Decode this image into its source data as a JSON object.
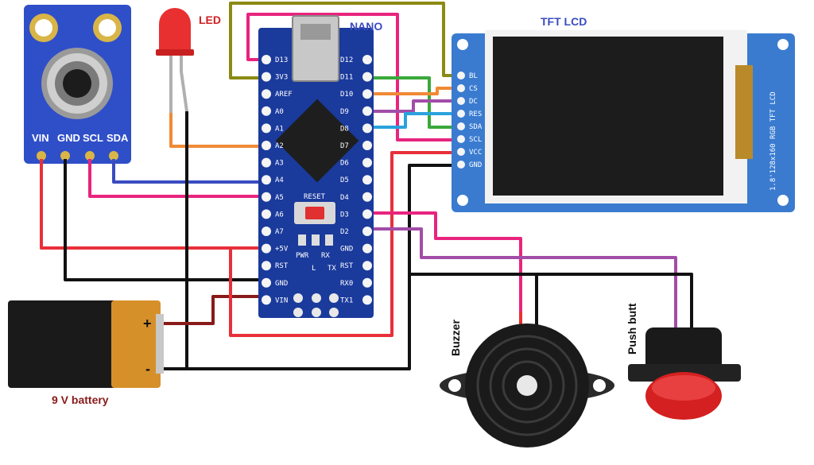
{
  "labels": {
    "led": "LED",
    "nano": "NANO",
    "tft": "TFT LCD",
    "battery": "9 V battery",
    "buzzer": "Buzzer",
    "push_button": "Push butt"
  },
  "sensor": {
    "pins": [
      "VIN",
      "GND",
      "SCL",
      "SDA"
    ]
  },
  "battery": {
    "plus": "+",
    "minus": "-"
  },
  "nano": {
    "reset": "RESET",
    "left_pins": [
      "D13",
      "3V3",
      "AREF",
      "A0",
      "A1",
      "A2",
      "A3",
      "A4",
      "A5",
      "A6",
      "A7",
      "+5V",
      "RST",
      "GND",
      "VIN"
    ],
    "right_pins": [
      "D12",
      "D11",
      "D10",
      "D9",
      "D8",
      "D7",
      "D6",
      "D5",
      "D4",
      "D3",
      "D2",
      "GND",
      "RST",
      "RX0",
      "TX1"
    ],
    "leds": [
      "PWR",
      "L",
      "RX",
      "TX"
    ]
  },
  "tft": {
    "pins": [
      "BL",
      "CS",
      "DC",
      "RES",
      "SDA",
      "SCL",
      "VCC",
      "GND"
    ],
    "side_text": "1.8'128x160 RGB TFT LCD"
  },
  "colors": {
    "red": "#e8303a",
    "black": "#111111",
    "pink": "#e8247e",
    "blue": "#3a4cc0",
    "orange": "#f08a35",
    "olive": "#8c8a14",
    "green": "#3aa83a",
    "purple": "#a24da8",
    "lightblue": "#2aa2dc",
    "darkred": "#8a1a1a",
    "grey": "#a0a0a0",
    "board": "#1a3a9c"
  }
}
